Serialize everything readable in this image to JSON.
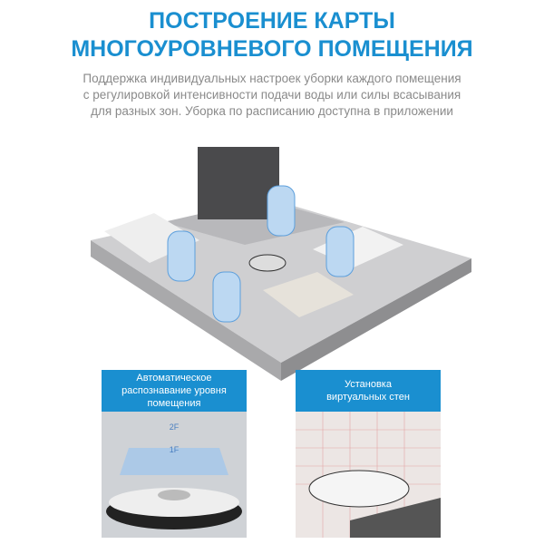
{
  "header": {
    "title_line1": "ПОСТРОЕНИЕ КАРТЫ",
    "title_line2": "МНОГОУРОВНЕВОГО ПОМЕЩЕНИЯ",
    "description": [
      "Поддержка индивидуальных настроек уборки каждого помещения",
      "с регулировкой интенсивности подачи воды или силы всасывания",
      "для разных зон. Уборка по расписанию доступна в приложении"
    ]
  },
  "features": [
    {
      "caption": "Автоматическое\nраспознавание уровня\nпомещения",
      "floor_labels": [
        "2F",
        "1F"
      ]
    },
    {
      "caption": "Установка\nвиртуальных стен"
    }
  ],
  "colors": {
    "accent": "#1a8fd0",
    "text_gray": "#8a8a8a"
  }
}
